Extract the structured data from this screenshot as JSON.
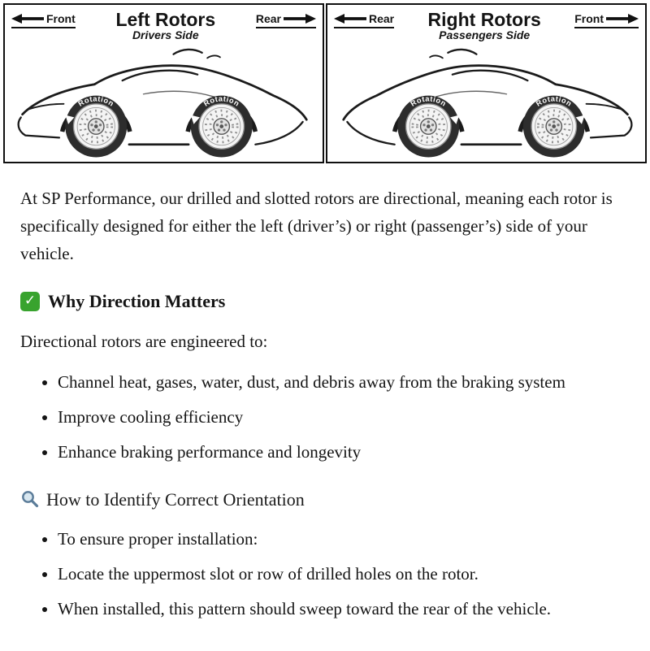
{
  "diagram": {
    "rotation_label": "Rotation",
    "left_panel": {
      "front_label": "Front",
      "title": "Left Rotors",
      "subtitle": "Drivers Side",
      "rear_label": "Rear"
    },
    "right_panel": {
      "rear_label": "Rear",
      "title": "Right Rotors",
      "subtitle": "Passengers Side",
      "front_label": "Front"
    }
  },
  "icons": {
    "check": "✓"
  },
  "content": {
    "intro": "At SP Performance, our drilled and slotted rotors are directional, meaning each rotor is specifically designed for either the left (driver’s) or right (passenger’s) side of your vehicle.",
    "section_direction": {
      "heading": "Why Direction Matters",
      "lead": "Directional rotors are engineered to:",
      "bullets": [
        "Channel heat, gases, water, dust, and debris away from the braking system",
        "Improve cooling efficiency",
        "Enhance braking performance and longevity"
      ]
    },
    "section_orientation": {
      "heading": "How to Identify Correct Orientation",
      "bullets": [
        "To ensure proper installation:",
        "Locate the uppermost slot or row of drilled holes on the rotor.",
        "When installed, this pattern should sweep toward the rear of the vehicle."
      ]
    }
  }
}
